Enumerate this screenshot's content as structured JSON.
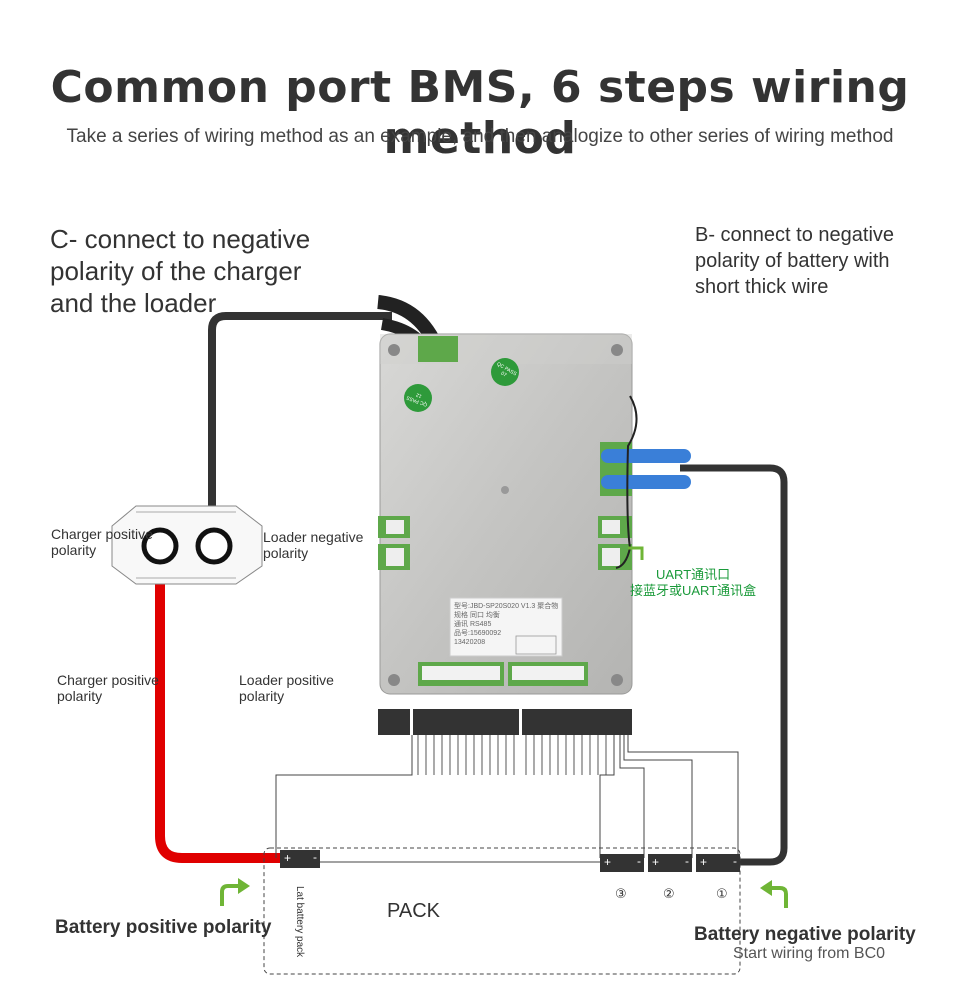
{
  "header": {
    "title": "Common port BMS, 6 steps wiring method",
    "subtitle": "Take a series of wiring method as an example, and then analogize to other series of wiring method"
  },
  "callouts": {
    "c_minus": [
      "C- connect to negative",
      "polarity of the charger",
      "and the loader"
    ],
    "b_minus": [
      "B- connect to negative",
      "polarity of battery with",
      "short thick wire"
    ]
  },
  "connector": {
    "charger_negative": [
      "Charger positive",
      "polarity"
    ],
    "loader_negative": [
      "Loader negative",
      "polarity"
    ],
    "charger_positive": [
      "Charger positive",
      "polarity"
    ],
    "loader_positive": [
      "Loader positive",
      "polarity"
    ]
  },
  "uart": {
    "line1": "UART通讯口",
    "line2": "接蓝牙或UART通讯盒"
  },
  "board": {
    "label_lines": [
      "型号:JBD-SP20S020 V1.3 聚合物",
      "规格          同口 均衡",
      "通讯 RS485",
      "品号:15690092",
      "13420208"
    ],
    "qc_stamp_1": "QC PASS 07",
    "qc_stamp_2": "QC PASS 12"
  },
  "pack": {
    "label": "PACK",
    "last_battery": "Lat battery pack",
    "cell_numbers": [
      "③",
      "②",
      "①"
    ],
    "plus_sign": "+",
    "minus_sign": "-"
  },
  "footer": {
    "battery_positive": "Battery positive polarity",
    "battery_negative": "Battery negative polarity",
    "start_note": "Start wiring from BC0"
  },
  "colors": {
    "positive_wire": "#e00000",
    "negative_wire": "#333333",
    "accent_arrow": "#6fb536",
    "uart_text": "#1a9a3a",
    "cable_blue": "#3a7fd8"
  }
}
